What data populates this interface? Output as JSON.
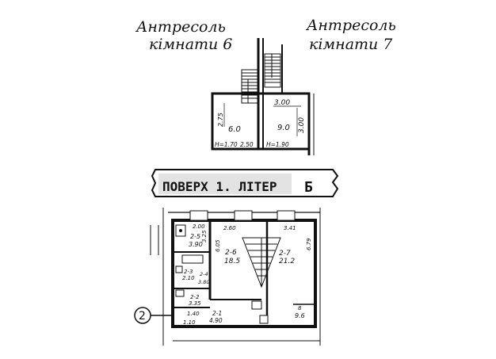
{
  "headings": {
    "left_line1": "Антресоль",
    "left_line2": "кімнати 6",
    "right_line1": "Антресоль",
    "right_line2": "кімнати 7"
  },
  "mezzanine": {
    "room6": {
      "width": "2.75",
      "area": "6.0",
      "height_note": "H=1.70",
      "extra": "2.50"
    },
    "room7": {
      "width": "3.00",
      "depth": "3.00",
      "area": "9.0",
      "height_note": "H=1.90"
    }
  },
  "floor_banner": {
    "left": "ПОВЕРХ 1. ЛІТЕР",
    "right": "Б"
  },
  "rooms": [
    {
      "dim_top": "2.00",
      "label": "2-5",
      "area": "3.90",
      "side": "3.25"
    },
    {
      "dim_top": "2.60",
      "label": "2-6",
      "area": "18.5",
      "side": "6.05"
    },
    {
      "dim_top": "3.41",
      "label": "2-7",
      "area": "21.2",
      "side": "6.79"
    },
    {
      "label": "2-3",
      "area": "2.10"
    },
    {
      "label": "2-4",
      "area": "3.80"
    },
    {
      "label": "2-2",
      "area": "3.35"
    },
    {
      "label": "2-1",
      "area": "4.90",
      "note": "1.40",
      "aux": "1.10"
    },
    {
      "label": "8",
      "area": "9.6"
    }
  ],
  "entrance": {
    "number": "2"
  }
}
